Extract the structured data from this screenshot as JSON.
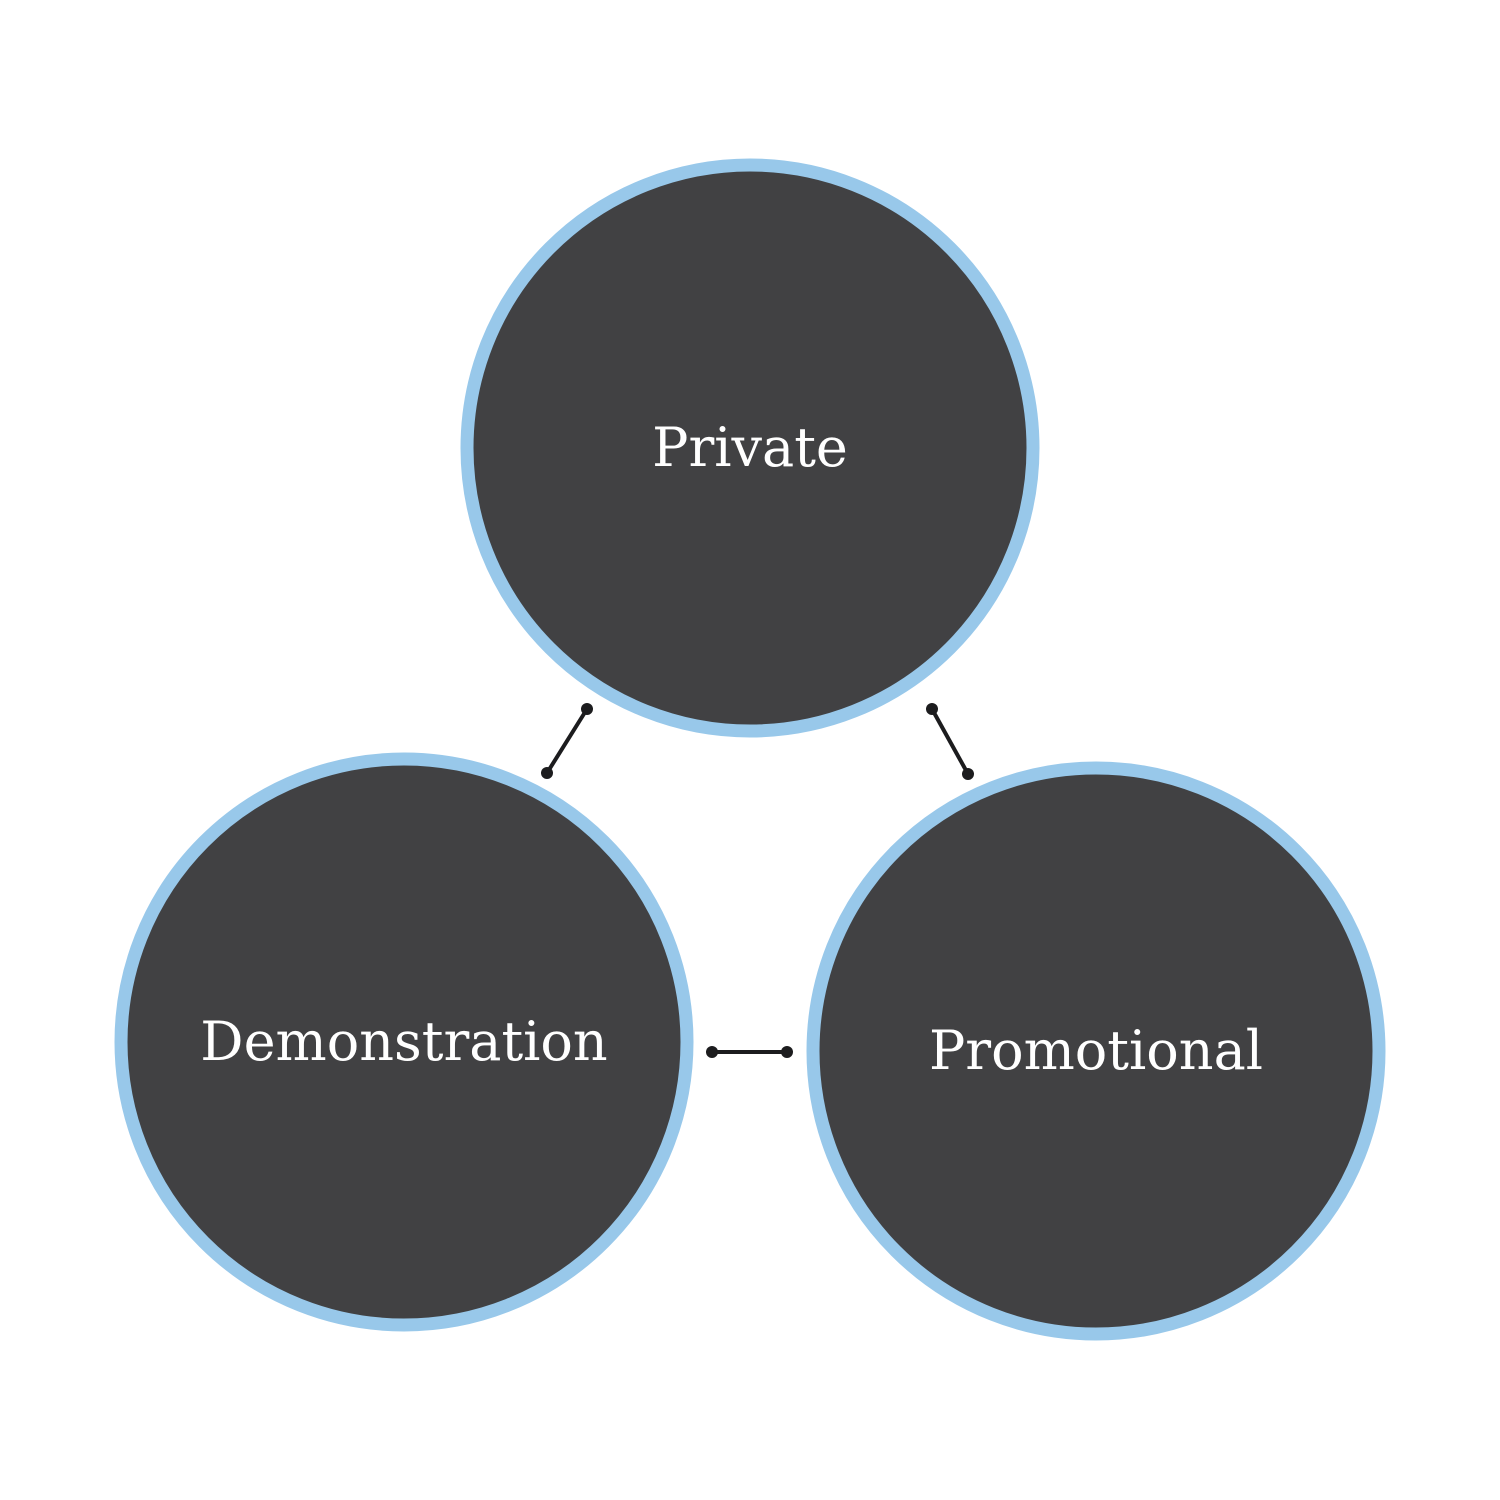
{
  "diagram": {
    "nodes": [
      {
        "id": "private",
        "label": "Private"
      },
      {
        "id": "demonstration",
        "label": "Demonstration"
      },
      {
        "id": "promotional",
        "label": "Promotional"
      }
    ],
    "edges": [
      {
        "from": "private",
        "to": "demonstration"
      },
      {
        "from": "private",
        "to": "promotional"
      },
      {
        "from": "demonstration",
        "to": "promotional"
      }
    ]
  },
  "colors": {
    "background": "#ffffff",
    "node_fill": "#414143",
    "node_border": "#98c8ea",
    "node_text": "#ffffff",
    "connector": "#1c1c1e"
  }
}
